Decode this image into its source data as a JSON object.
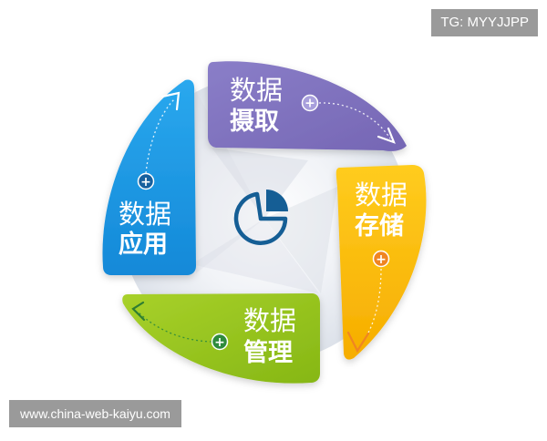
{
  "watermark_top": "TG: MYYJJPP",
  "watermark_bottom": "www.china-web-kaiyu.com",
  "center_icon": "pie-chart-icon",
  "segments": [
    {
      "id": "acquisition",
      "line1": "数据",
      "line2": "摄取",
      "color": "#8276c0",
      "plus_color": "#a79cd8"
    },
    {
      "id": "storage",
      "line1": "数据",
      "line2": "存储",
      "color": "#fbbc05",
      "plus_color": "#f08522"
    },
    {
      "id": "management",
      "line1": "数据",
      "line2": "管理",
      "color": "#97c41d",
      "plus_color": "#2e8b3c"
    },
    {
      "id": "application",
      "line1": "数据",
      "line2": "应用",
      "color": "#1b9ae4",
      "plus_color": "#16609e"
    }
  ],
  "colors": {
    "center_icon": "#155e95",
    "arrows": "#ffffff"
  }
}
